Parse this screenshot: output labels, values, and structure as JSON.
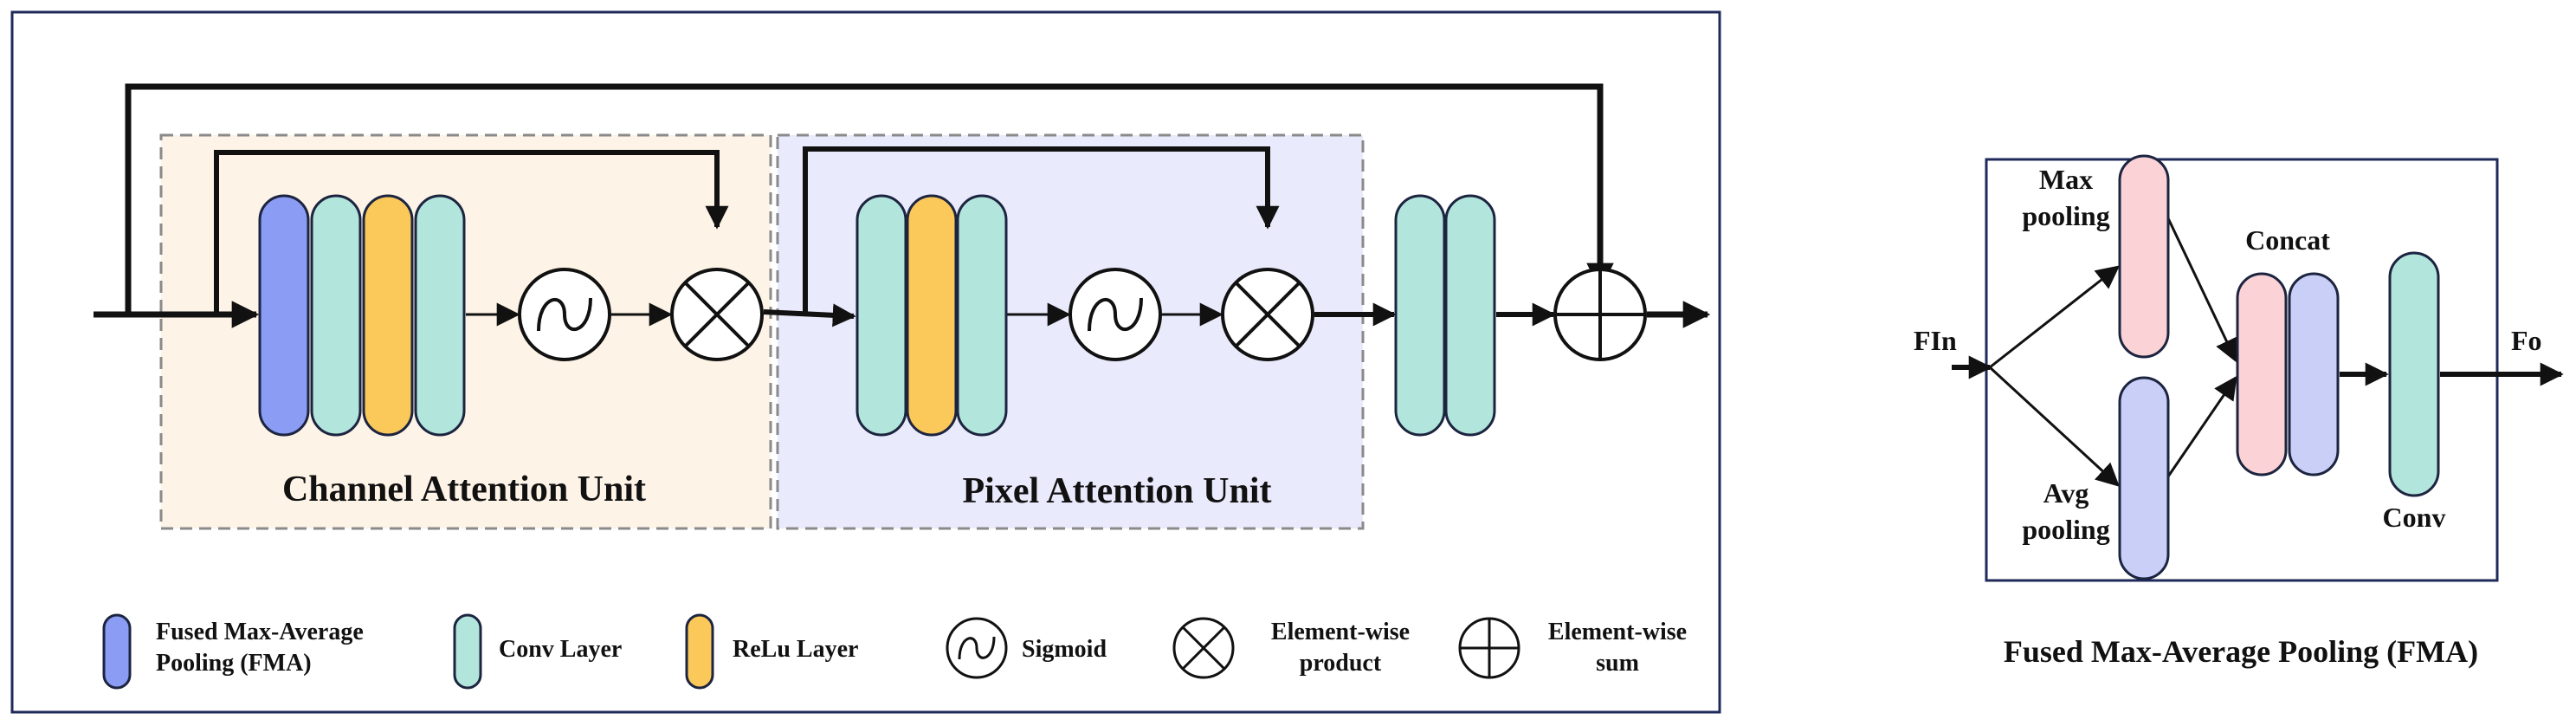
{
  "main_diagram": {
    "channel_unit_label": "Channel Attention Unit",
    "pixel_unit_label": "Pixel Attention Unit"
  },
  "legend": {
    "fma_line1": "Fused Max-Average",
    "fma_line2": "Pooling (FMA)",
    "conv": "Conv Layer",
    "relu": "ReLu Layer",
    "sigmoid": "Sigmoid",
    "product_line1": "Element-wise",
    "product_line2": "product",
    "sum_line1": "Element-wise",
    "sum_line2": "sum"
  },
  "fma_diagram": {
    "input_label": "FIn",
    "output_label": "Fo",
    "max_line1": "Max",
    "max_line2": "pooling",
    "avg_line1": "Avg",
    "avg_line2": "pooling",
    "concat_label": "Concat",
    "conv_label": "Conv",
    "title": "Fused Max-Average Pooling (FMA)"
  },
  "colors": {
    "fma_block": "#8b9cf4",
    "conv_block": "#b2e5dc",
    "relu_block": "#fbc85a",
    "max_pool_block": "#fbd3d6",
    "avg_pool_block": "#c9cff7",
    "channel_unit_bg": "#fdf3e6",
    "pixel_unit_bg": "#e9eafb",
    "frame": "#1f2a5a"
  }
}
